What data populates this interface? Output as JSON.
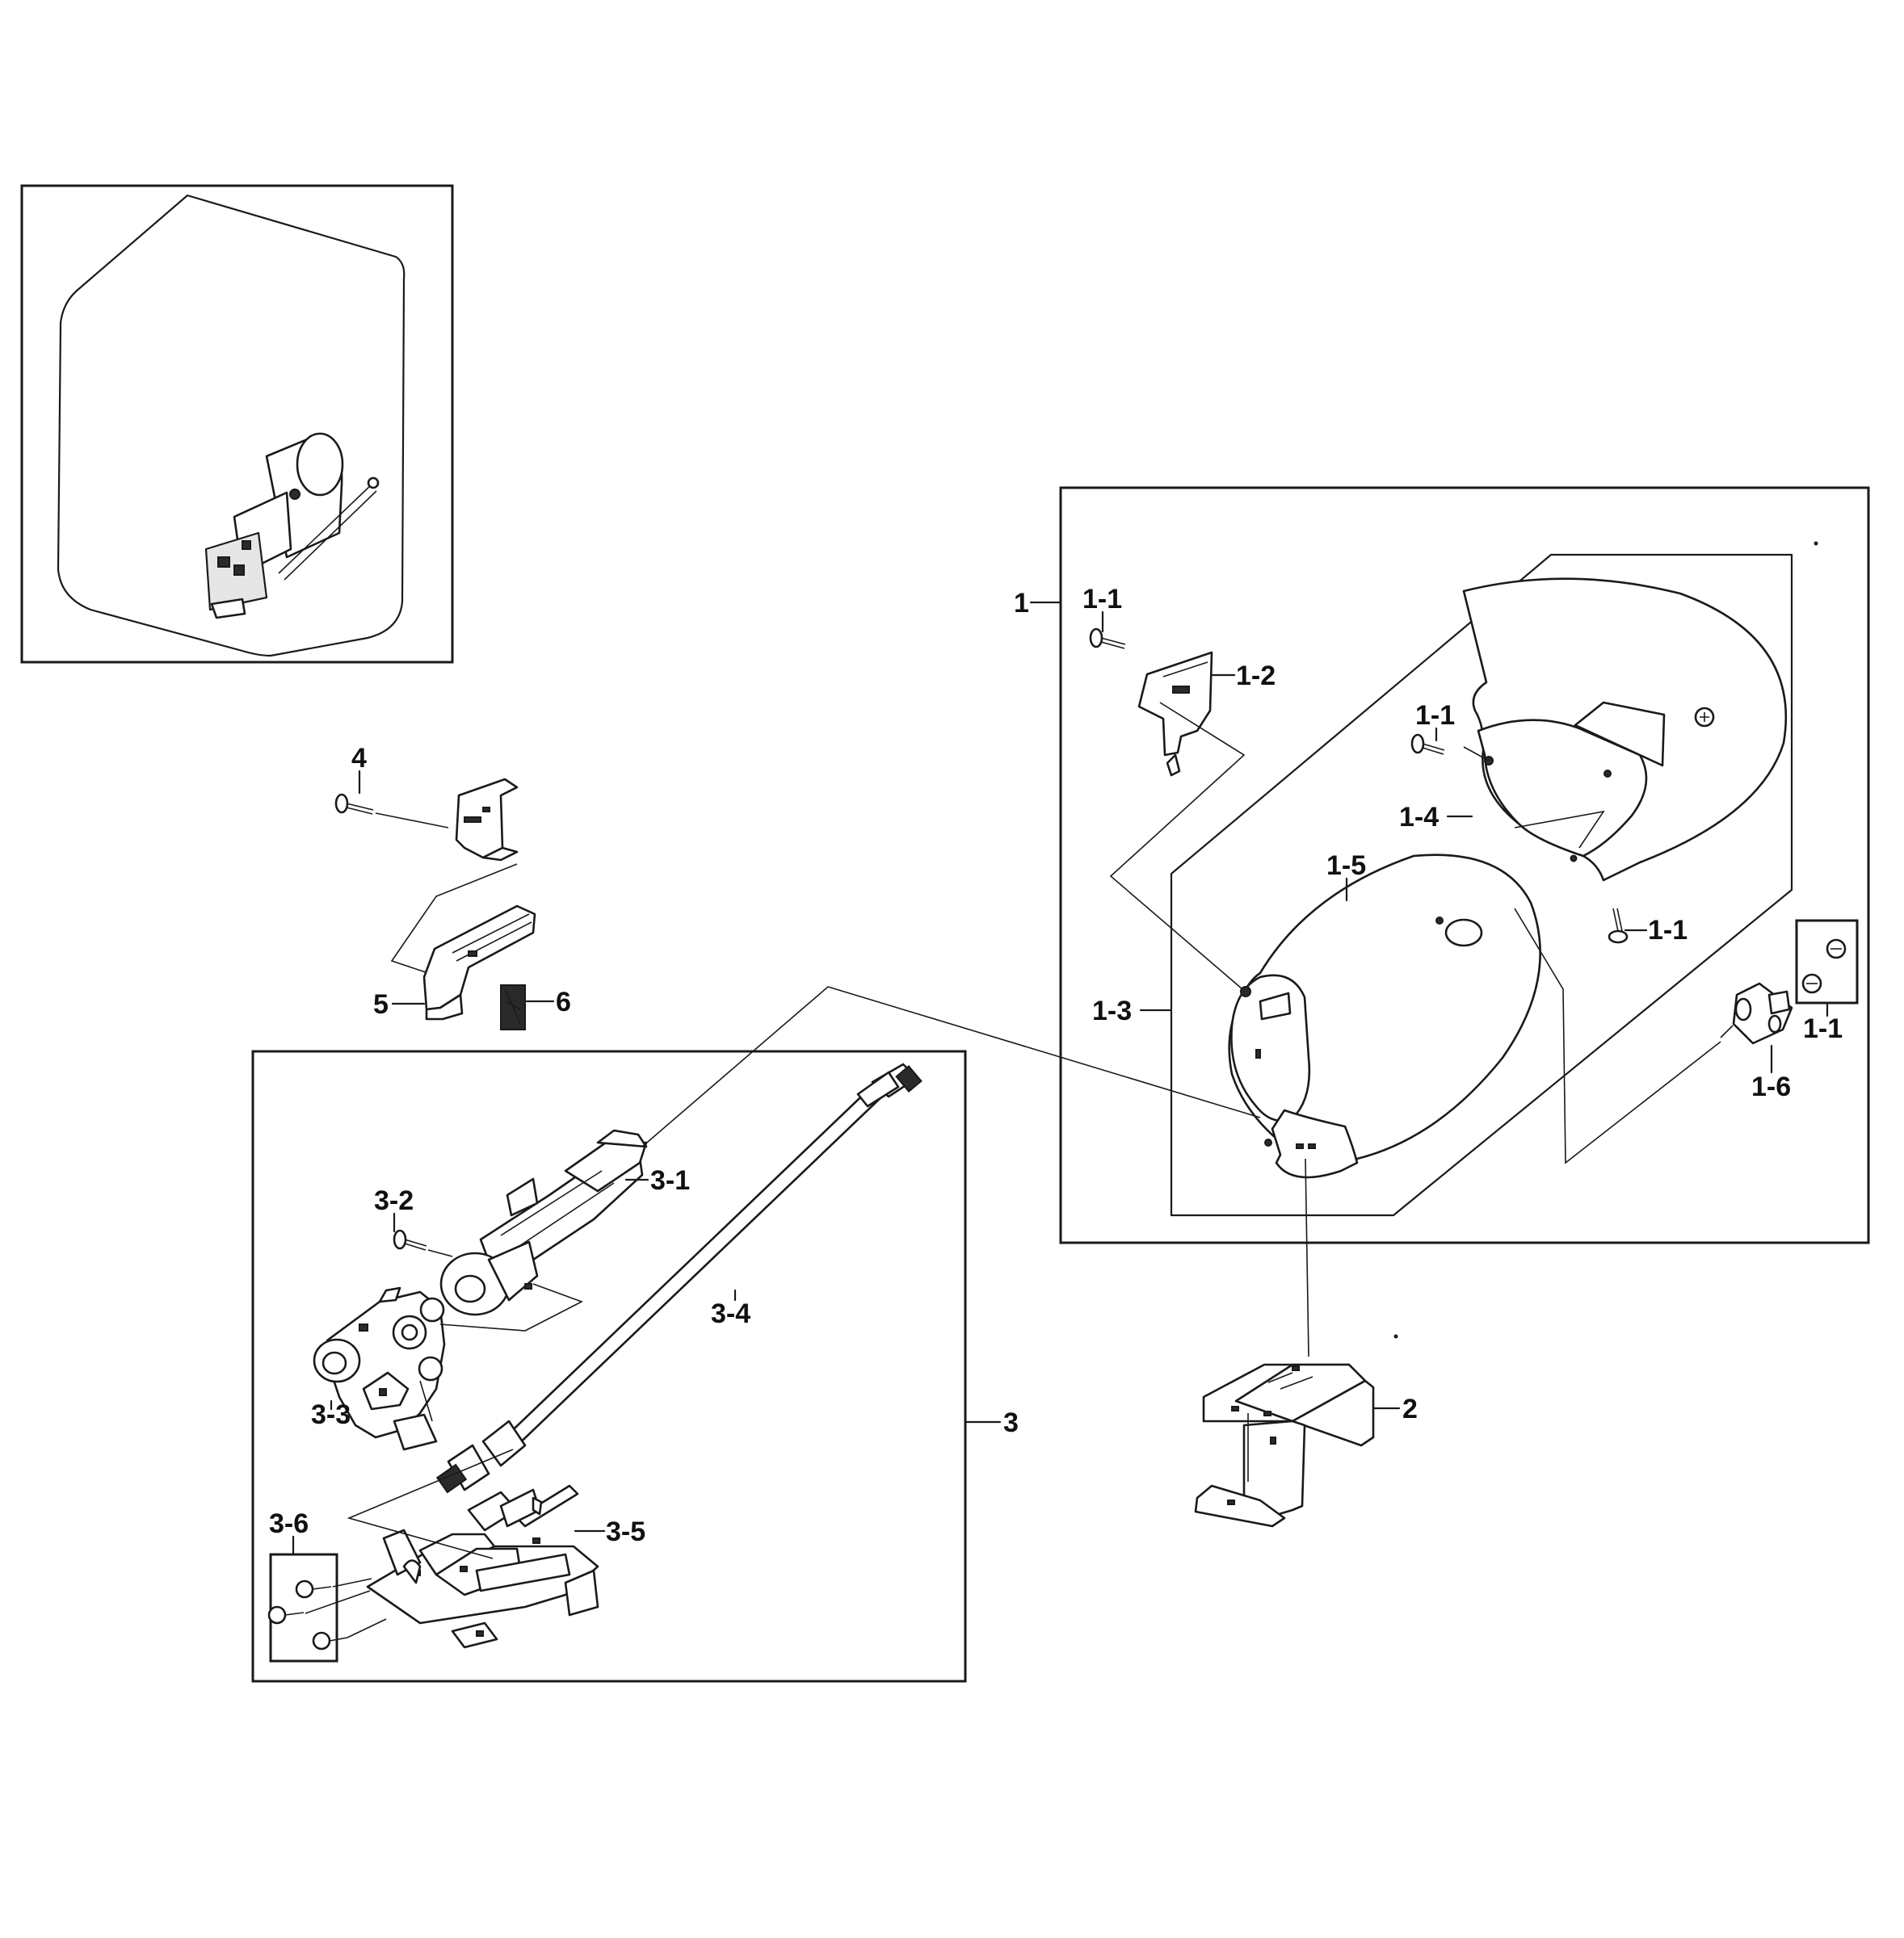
{
  "labels": {
    "item_1": "1",
    "item_1_1_top": "1-1",
    "item_1_2": "1-2",
    "item_1_1_mid": "1-1",
    "item_1_4": "1-4",
    "item_1_5": "1-5",
    "item_1_1_right": "1-1",
    "item_1_3": "1-3",
    "item_1_1_box": "1-1",
    "item_1_6": "1-6",
    "item_2": "2",
    "item_3": "3",
    "item_3_1": "3-1",
    "item_3_2": "3-2",
    "item_3_3": "3-3",
    "item_3_4": "3-4",
    "item_3_5": "3-5",
    "item_3_6": "3-6",
    "item_4": "4",
    "item_5": "5",
    "item_6": "6"
  },
  "icons": [
    "screw-icon",
    "bracket-icon",
    "valve-icon",
    "tube-icon",
    "burner-icon",
    "sensor-icon",
    "duct-icon",
    "igniter-icon"
  ]
}
